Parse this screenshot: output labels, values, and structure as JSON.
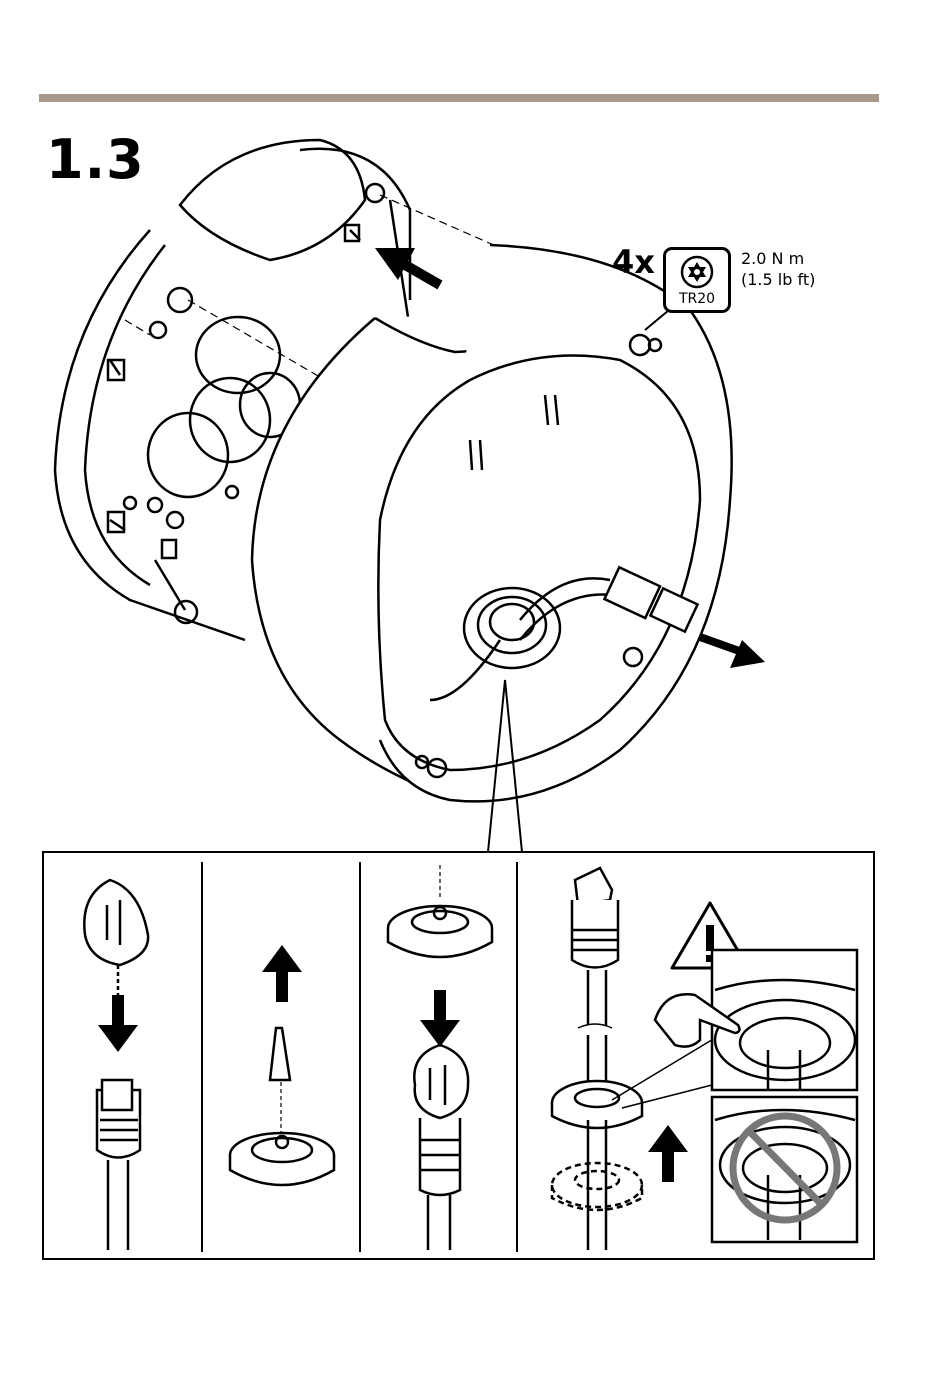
{
  "step": {
    "number": "1.3"
  },
  "screw_spec": {
    "quantity": "4x",
    "tool": "TR20",
    "torque_nm": "2.0 N m",
    "torque_lbft": "(1.5 lb ft)",
    "tool_icon": "torx-bit-icon"
  },
  "icons": {
    "warning": "warning-triangle-icon",
    "prohibited": "prohibited-circle-icon",
    "hand": "pointing-hand-icon",
    "arrow": "arrow-icon"
  },
  "colors": {
    "rule": "#a8998a",
    "line": "#000000",
    "prohibit": "#777777"
  }
}
